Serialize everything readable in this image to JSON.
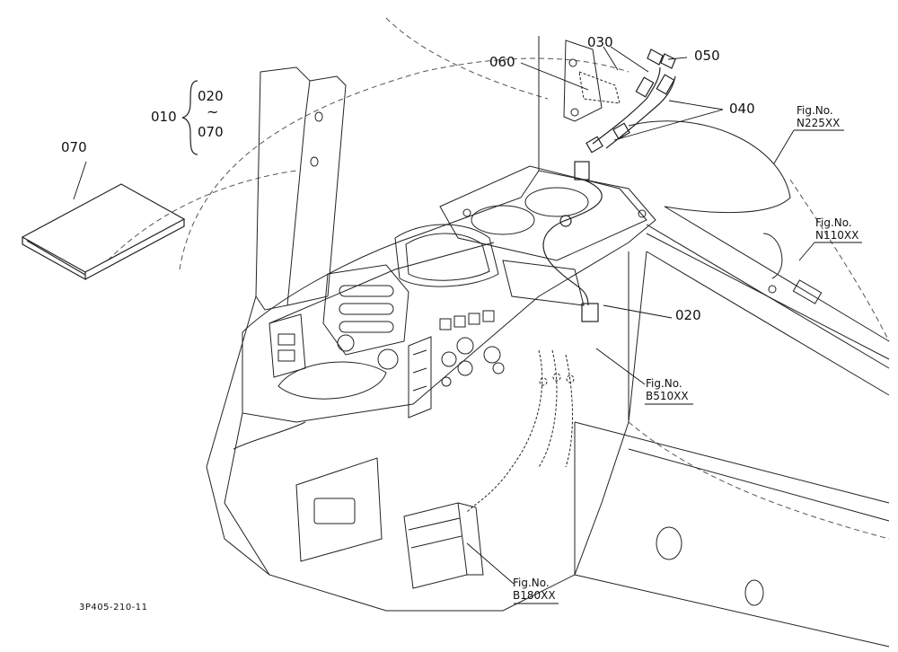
{
  "diagram": {
    "drawing_code": "3P405-210-11",
    "part_labels": {
      "p010": "010",
      "p020_group": "020",
      "p070_group": "070",
      "p020": "020",
      "p030": "030",
      "p040": "040",
      "p050": "050",
      "p060": "060",
      "p070": "070"
    },
    "range_symbol": "~",
    "figure_refs": {
      "n225": {
        "prefix": "Fig.No.",
        "number": "N225XX"
      },
      "n110": {
        "prefix": "Fig.No.",
        "number": "N110XX"
      },
      "b510": {
        "prefix": "Fig.No.",
        "number": "B510XX"
      },
      "b180": {
        "prefix": "Fig.No.",
        "number": "B180XX"
      }
    }
  }
}
